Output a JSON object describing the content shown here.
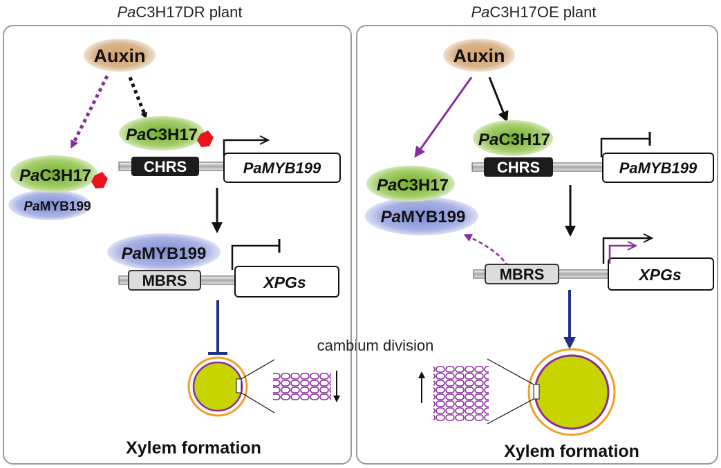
{
  "left": {
    "title_italic": "Pa",
    "title_rest": "C3H17DR plant",
    "auxin": "Auxin",
    "protein_italic": "Pa",
    "protein_rest": "C3H17",
    "complex_protein_italic": "Pa",
    "complex_protein_rest": "C3H17",
    "complex_partner_italic": "Pa",
    "complex_partner_rest": "MYB199",
    "chrs": "CHRS",
    "gene_myb": "PaMYB199",
    "tf_italic": "Pa",
    "tf_rest": "MYB199",
    "mbrs": "MBRS",
    "gene_xpgs": "XPGs",
    "cambium": "cambium division",
    "xylem": "Xylem formation"
  },
  "right": {
    "title_italic": "Pa",
    "title_rest": "C3H17OE plant",
    "auxin": "Auxin",
    "protein_italic": "Pa",
    "protein_rest": "C3H17",
    "complex_protein_italic": "Pa",
    "complex_protein_rest": "C3H17",
    "complex_partner_italic": "Pa",
    "complex_partner_rest": "MYB199",
    "chrs": "CHRS",
    "gene_myb": "PaMYB199",
    "mbrs": "MBRS",
    "gene_xpgs": "XPGs",
    "xylem": "Xylem formation"
  },
  "colors": {
    "auxin": "#c9a06e",
    "c3h17": "#8fc24a",
    "myb199": "#8e97d6",
    "phospho": "#e8141c",
    "purple": "#8a2b9e",
    "blue": "#1f2f8a",
    "yellow": "#c8d400",
    "orange": "#f0a020"
  }
}
